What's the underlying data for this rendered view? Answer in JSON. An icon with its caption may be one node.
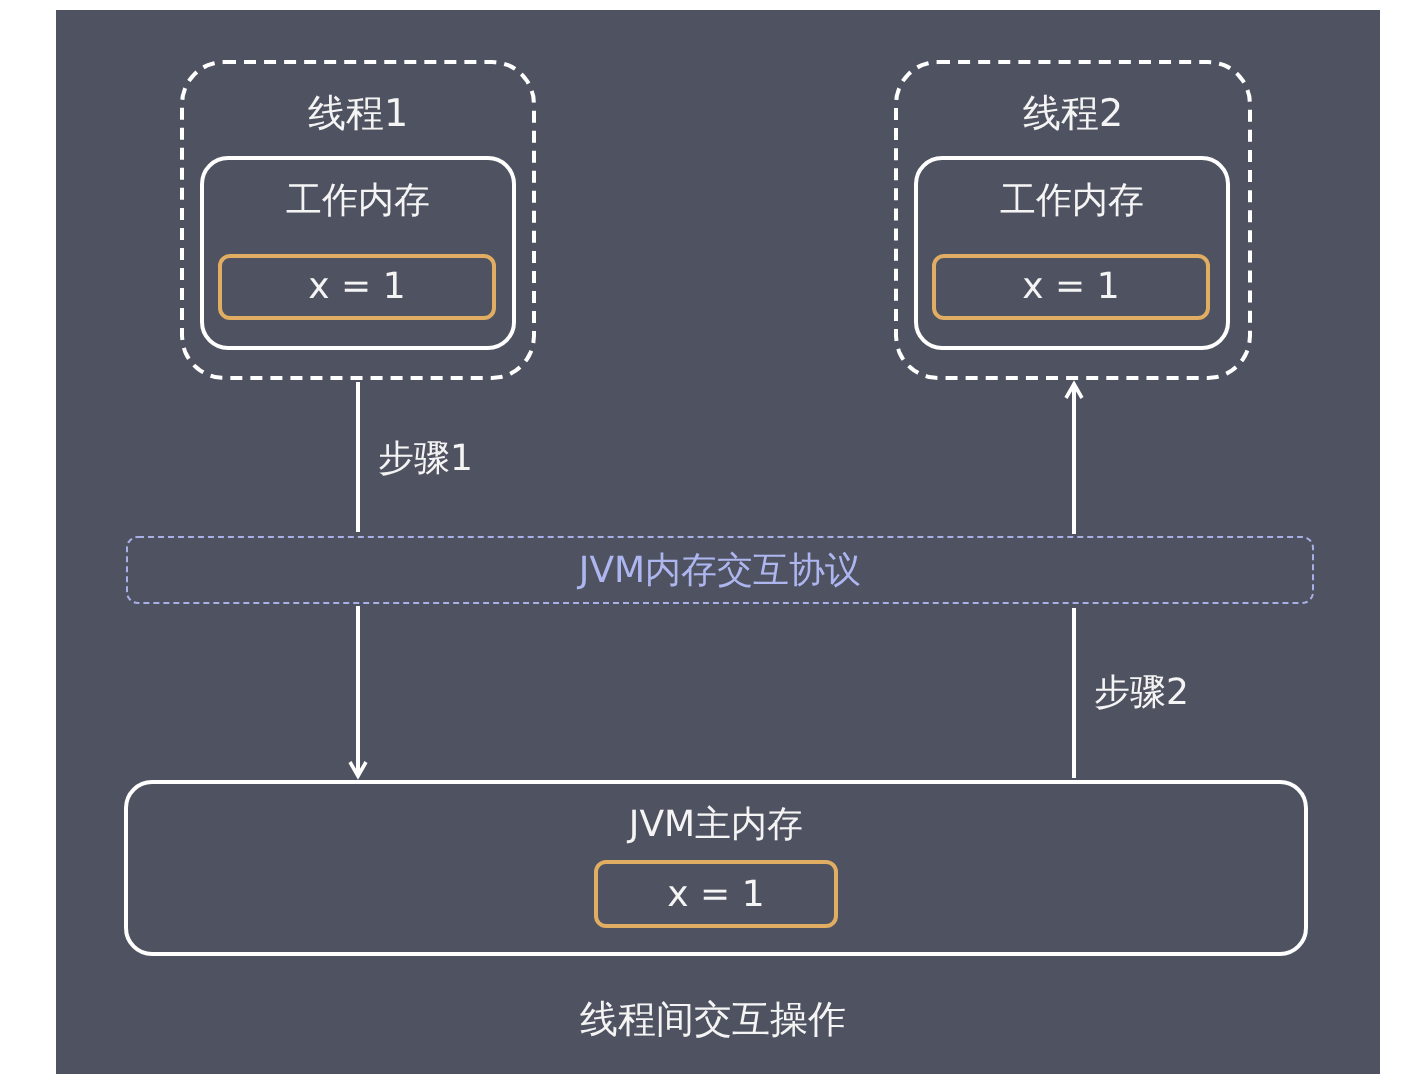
{
  "diagram": {
    "nodes": [
      {
        "text": [
          "线程1"
        ]
      },
      {
        "text": [
          "工作内存"
        ],
        "in": 0
      },
      {
        "text": [
          "x = 1"
        ],
        "in": 1
      },
      {
        "text": [
          "线程2"
        ]
      },
      {
        "text": [
          "工作内存"
        ],
        "in": 3
      },
      {
        "text": [
          "x = 1"
        ],
        "in": 4
      },
      {
        "text": [
          "JVM内存交互协议"
        ]
      },
      {
        "text": [
          "JVM主内存"
        ]
      },
      {
        "text": [
          "x = 1"
        ],
        "in": 7
      }
    ],
    "edges": [
      {
        "from": 0,
        "to": 6,
        "arrow": "none",
        "label": "步骤1"
      },
      {
        "from": 6,
        "to": 7,
        "arrow": "to"
      },
      {
        "from": 7,
        "to": 6,
        "arrow": "none",
        "label": "步骤2"
      },
      {
        "from": 6,
        "to": 3,
        "arrow": "to"
      }
    ],
    "labels": [
      "线程间交互操作"
    ]
  }
}
